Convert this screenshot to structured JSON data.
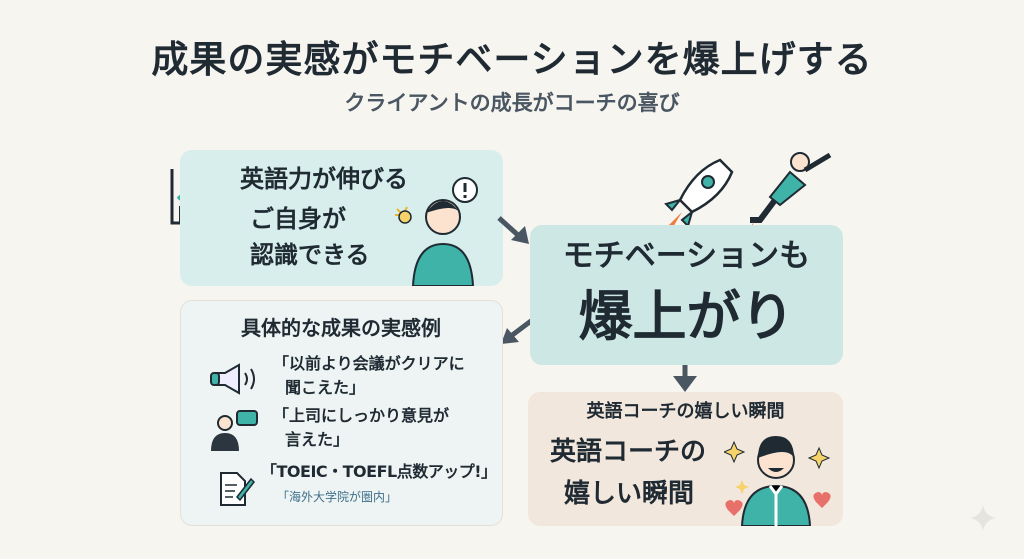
{
  "title": "成果の実感がモチベーションを爆上げする",
  "subtitle": "クライアントの成長がコーチの喜び",
  "top_left": {
    "line1": "英語力が伸びる",
    "line2": "ご自身が",
    "line3": "認識できる"
  },
  "center": {
    "line1": "モチベーションも",
    "line2": "爆上がり"
  },
  "examples": {
    "heading": "具体的な成果の実感例",
    "items": [
      {
        "line1": "「以前より会議がクリアに",
        "line2": "聞こえた」"
      },
      {
        "line1": "「上司にしっかり意見が",
        "line2": "言えた」"
      },
      {
        "line1": "「TOEIC・TOEFL点数アップ!」",
        "line2": "「海外大学院が圏内」"
      }
    ]
  },
  "coach": {
    "heading": "英語コーチの嬉しい瞬間",
    "line1": "英語コーチの",
    "line2": "嬉しい瞬間"
  },
  "colors": {
    "teal": "#3fb3a8",
    "dark": "#1f2a33",
    "arrow": "#4a5661"
  }
}
